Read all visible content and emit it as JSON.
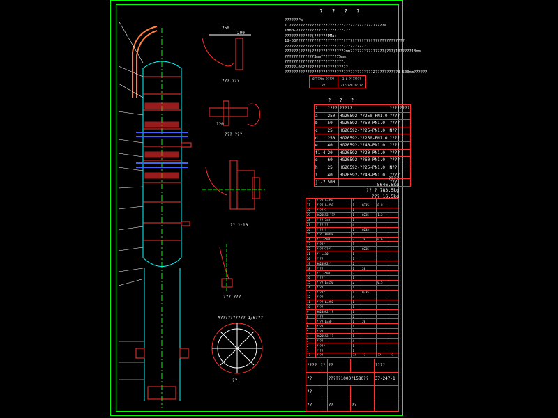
{
  "notes": {
    "title": "? ? ? ?",
    "lines": [
      "??????Pa",
      "1.??????????????????????????????????????????a",
      "1880-77??????????????????????",
      "????????????(??????PMa)",
      "18-00????????????????????????????????????????????????",
      "????????????????????????????????????",
      "??????(????)???????????????mm???????????????(?1?)10?????18mm.",
      "?????????????3mm???????75mm.",
      "??????????????????????????.",
      "?????-05????????????????????",
      "???????????????????????????????????????2??????????3 500mm??????"
    ]
  },
  "small_table": {
    "rows": [
      [
        "OTT??Pa ?????",
        "3.8 ???????"
      ],
      [
        "??",
        "??????0.22 ??"
      ]
    ]
  },
  "nozzle_table": {
    "title": "? ? ?",
    "header": [
      "?",
      "????",
      "?????",
      "????????"
    ],
    "rows": [
      [
        "a",
        "250",
        "HG20592-??250-PN1.0",
        "????"
      ],
      [
        "b",
        "50",
        "HG20592-??50-PN1.0",
        "????"
      ],
      [
        "c",
        "25",
        "HG20592-??25-PN1.0",
        "N??"
      ],
      [
        "d",
        "250",
        "HG20592-??250-PN1.0",
        "????"
      ],
      [
        "e",
        "40",
        "HG20592-??40-PN1.0",
        "????"
      ],
      [
        "f1-4",
        "20",
        "HG20592-??20-PN1.0",
        "????"
      ],
      [
        "g",
        "60",
        "HG20592-??60-PN1.0",
        "????"
      ],
      [
        "h",
        "25",
        "HG20592-??25-PN1.0",
        "N??"
      ],
      [
        "i",
        "40",
        "HG20592-??40-PN1.0",
        "????"
      ],
      [
        "j1-2",
        "500",
        "",
        "???"
      ]
    ]
  },
  "weights": [
    "????  5646.5kg",
    "?? ?  783.5kg",
    "???  16.5kg"
  ],
  "parts_table": {
    "rows": [
      [
        "32",
        "???? L=350",
        "1",
        "",
        "",
        ""
      ],
      [
        "31",
        "???? L=250",
        "1",
        "Q235",
        "0.8",
        ""
      ],
      [
        "30",
        "??????",
        "1",
        "",
        "",
        ""
      ],
      [
        "29",
        "HG20592-???",
        "1",
        "Q235",
        "1.2",
        ""
      ],
      [
        "28",
        "???? 5=5",
        "1",
        "",
        "",
        ""
      ],
      [
        "27",
        "???????",
        "4",
        "",
        "",
        ""
      ],
      [
        "26",
        "??????",
        "1",
        "Q235",
        "",
        ""
      ],
      [
        "25",
        "??? 1000x8",
        "1",
        "",
        "",
        ""
      ],
      [
        "24",
        "?? L=500",
        "2",
        "20",
        "0.6",
        ""
      ],
      [
        "23",
        "?????",
        "1",
        "",
        "",
        ""
      ],
      [
        "22",
        "?????????",
        "1",
        "Q235",
        "",
        ""
      ],
      [
        "21",
        "?? L=10",
        "1",
        "",
        "",
        ""
      ],
      [
        "20",
        "????",
        "1",
        "",
        "",
        ""
      ],
      [
        "19",
        "HG20592-?",
        "2",
        "",
        "",
        ""
      ],
      [
        "18",
        "????",
        "1",
        "20",
        "",
        ""
      ],
      [
        "17",
        "?? L=500",
        "2",
        "",
        "",
        ""
      ],
      [
        "16",
        "?????",
        "1",
        "",
        "",
        ""
      ],
      [
        "15",
        "???? L=150",
        "2",
        "",
        "0.5",
        ""
      ],
      [
        "14",
        "????",
        "1",
        "",
        "",
        ""
      ],
      [
        "13",
        "?????",
        "1",
        "Q235",
        "",
        ""
      ],
      [
        "12",
        "????",
        "4",
        "",
        "",
        ""
      ],
      [
        "11",
        "???? L=250",
        "1",
        "",
        "",
        ""
      ],
      [
        "10",
        "????",
        "1",
        "",
        "",
        ""
      ],
      [
        "9",
        "HG20592-??",
        "1",
        "",
        "",
        ""
      ],
      [
        "8",
        "????",
        "2",
        "",
        "",
        ""
      ],
      [
        "7",
        "???? L=50",
        "1",
        "20",
        "",
        ""
      ],
      [
        "6",
        "????",
        "1",
        "",
        "",
        ""
      ],
      [
        "5",
        "????",
        "1",
        "",
        "",
        ""
      ],
      [
        "4",
        "HG20592-??",
        "1",
        "",
        "",
        ""
      ],
      [
        "3",
        "????",
        "4",
        "",
        "",
        ""
      ],
      [
        "2",
        "?????",
        "1",
        "",
        "",
        ""
      ],
      [
        "1",
        "????",
        "1",
        "",
        "",
        ""
      ],
      [
        "??",
        "????",
        "??",
        "??",
        "??",
        "??"
      ]
    ]
  },
  "title_block": {
    "row1": [
      "????",
      "??",
      "??"
    ],
    "company": "????",
    "drawing_name": "?????1000?1580??",
    "drawing_no": "37-247-1",
    "sign": [
      "??",
      "??",
      "??"
    ],
    "footer": [
      "??",
      "??"
    ]
  },
  "view_labels": {
    "detail1": "??? ???",
    "detail2": "??? ???",
    "detail3": "?? 1:10",
    "detail4": "??? ???",
    "section_top": "A?????????? 1/6???",
    "section_label": "??",
    "dim1": "250",
    "dim2": "200",
    "dim3": "120"
  }
}
